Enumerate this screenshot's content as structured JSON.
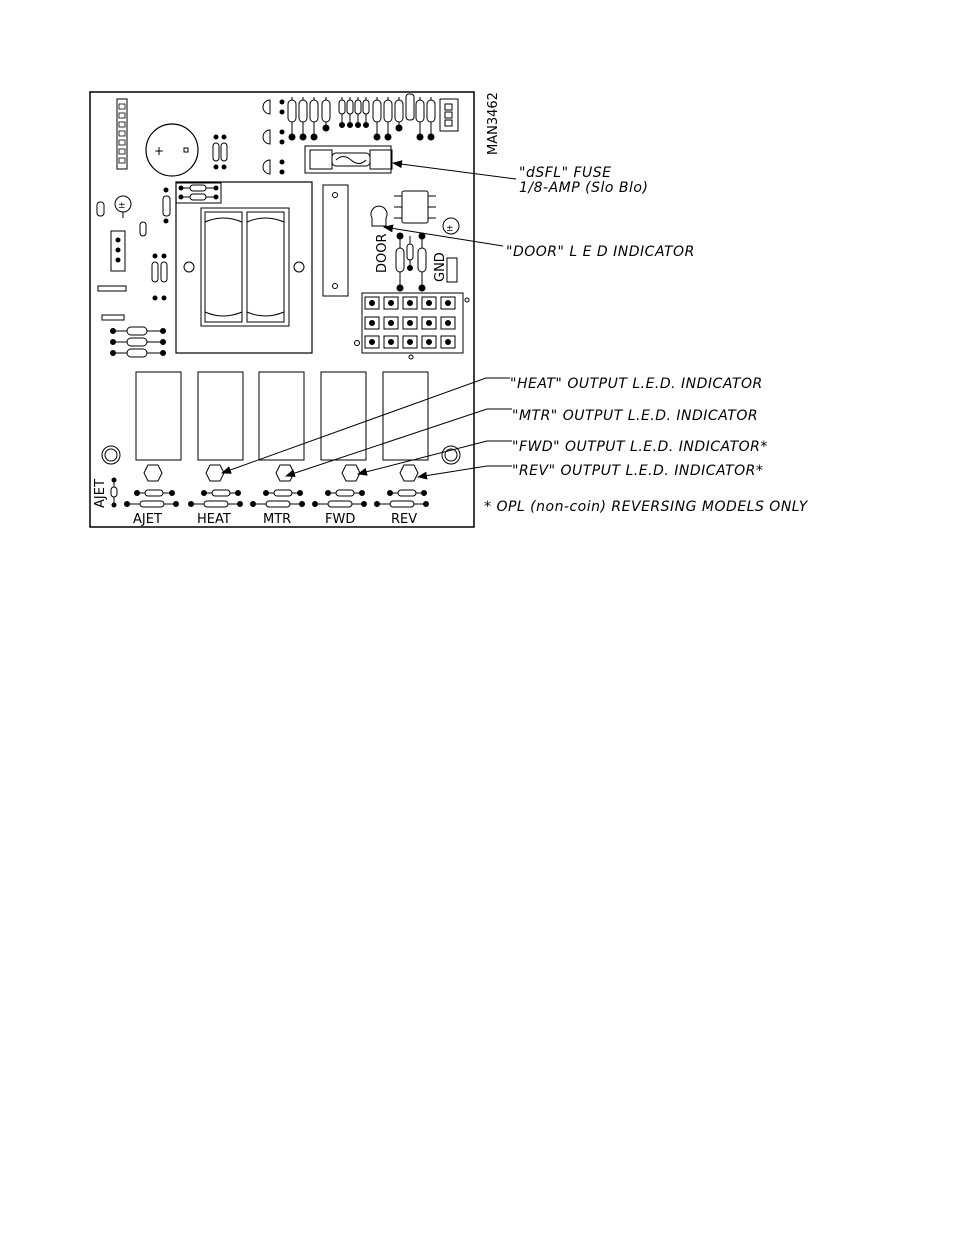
{
  "figure_code": "MAN3462",
  "callouts": {
    "fuse_line1": "\"dSFL\" FUSE",
    "fuse_line2": "1/8-AMP (Slo Blo)",
    "door_led": "\"DOOR\" L E D  INDICATOR",
    "heat_led": "\"HEAT\" OUTPUT L.E.D. INDICATOR",
    "mtr_led": "\"MTR\" OUTPUT L.E.D. INDICATOR",
    "fwd_led": "\"FWD\" OUTPUT L.E.D. INDICATOR*",
    "rev_led": "\"REV\" OUTPUT L.E.D. INDICATOR*"
  },
  "footnote": "* OPL (non-coin) REVERSING MODELS ONLY",
  "board_labels": {
    "door": "DOOR",
    "gnd": "GND",
    "ajet_side": "AJET",
    "plus_sign": "+",
    "plus_minus": "±"
  },
  "output_labels": [
    "AJET",
    "HEAT",
    "MTR",
    "FWD",
    "REV"
  ],
  "colors": {
    "ink": "#000000",
    "paper": "#ffffff"
  }
}
